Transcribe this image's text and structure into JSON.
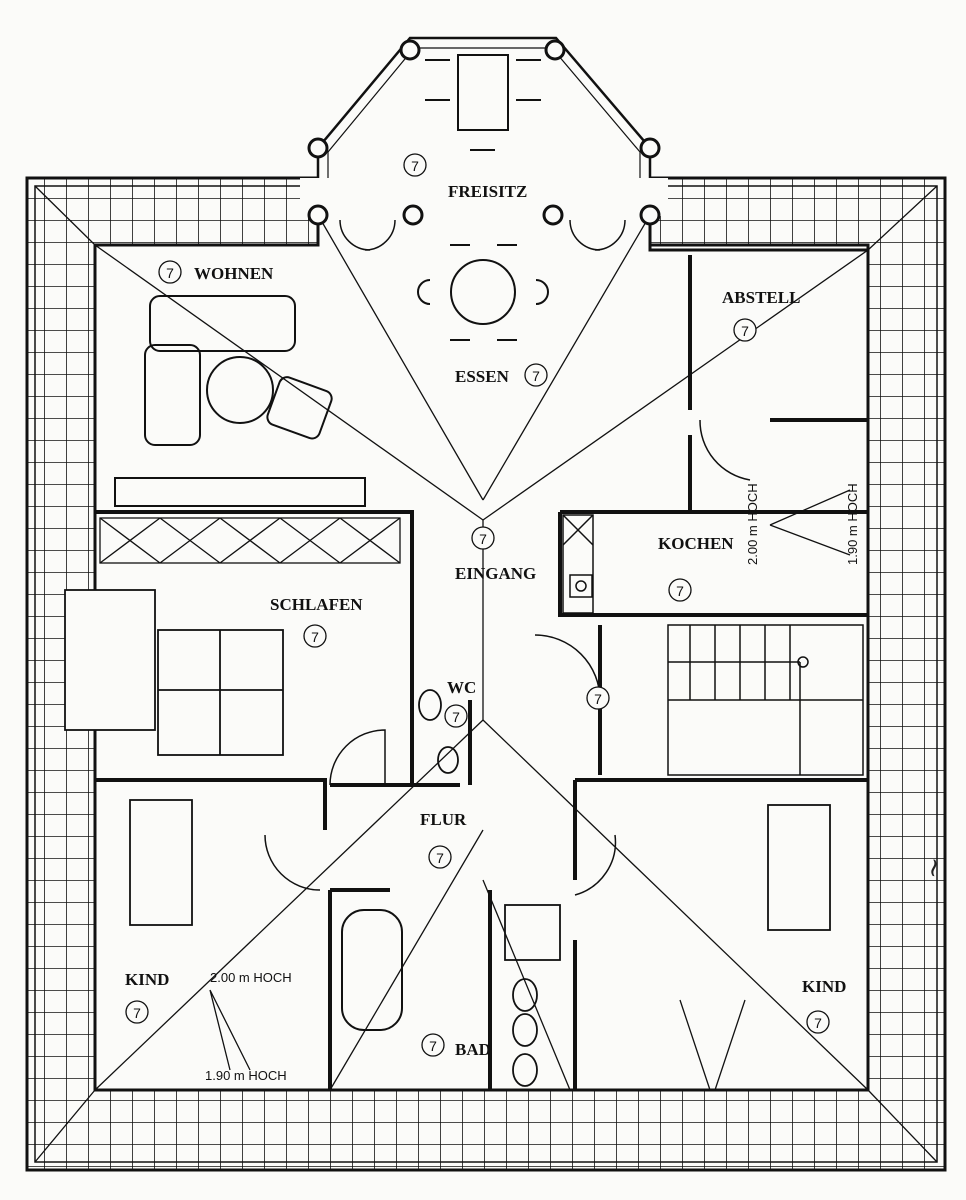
{
  "plan": {
    "room_number": "7",
    "rooms": [
      {
        "id": "wohnen",
        "label": "WOHNEN",
        "number": "7"
      },
      {
        "id": "freisitz",
        "label": "FREISITZ",
        "number": "7"
      },
      {
        "id": "essen",
        "label": "ESSEN",
        "number": "7"
      },
      {
        "id": "abstell",
        "label": "ABSTELL",
        "number": "7"
      },
      {
        "id": "eingang",
        "label": "EINGANG",
        "number": "7"
      },
      {
        "id": "kochen",
        "label": "KOCHEN",
        "number": "7"
      },
      {
        "id": "schlafen",
        "label": "SCHLAFEN",
        "number": "7"
      },
      {
        "id": "wc",
        "label": "WC",
        "number": "7"
      },
      {
        "id": "stair",
        "label": "",
        "number": "7"
      },
      {
        "id": "flur",
        "label": "FLUR",
        "number": "7"
      },
      {
        "id": "kind-left",
        "label": "KIND",
        "number": "7"
      },
      {
        "id": "bad",
        "label": "BAD",
        "number": "7"
      },
      {
        "id": "kind-right",
        "label": "KIND",
        "number": "7"
      }
    ],
    "heights": {
      "kochen_high": "2.00 m HOCH",
      "kochen_low": "1.90 m HOCH",
      "kind_high": "2.00 m HOCH",
      "kind_low": "1.90 m HOCH"
    }
  }
}
